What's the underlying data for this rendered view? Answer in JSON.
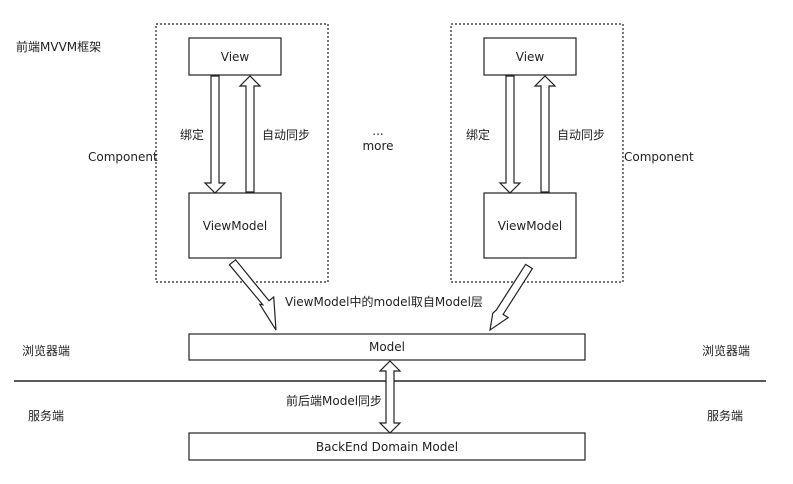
{
  "title": "前端MVVM框架",
  "left_component": {
    "view_label": "View",
    "viewmodel_label": "ViewModel",
    "bind_label": "绑定",
    "autosync_label": "自动同步",
    "component_label": "Component"
  },
  "right_component": {
    "view_label": "View",
    "viewmodel_label": "ViewModel",
    "bind_label": "绑定",
    "autosync_label": "自动同步",
    "component_label": "Component"
  },
  "ellipsis": "...",
  "more_label": "more",
  "viewmodel_source_note": "ViewModel中的model取自Model层",
  "model_label": "Model",
  "browser_label_left": "浏览器端",
  "browser_label_right": "浏览器端",
  "sync_note": "前后端Model同步",
  "server_label_left": "服务端",
  "server_label_right": "服务端",
  "backend_model_label": "BackEnd Domain Model",
  "colors": {
    "stroke": "#222222",
    "background": "#ffffff",
    "text": "#222222"
  }
}
